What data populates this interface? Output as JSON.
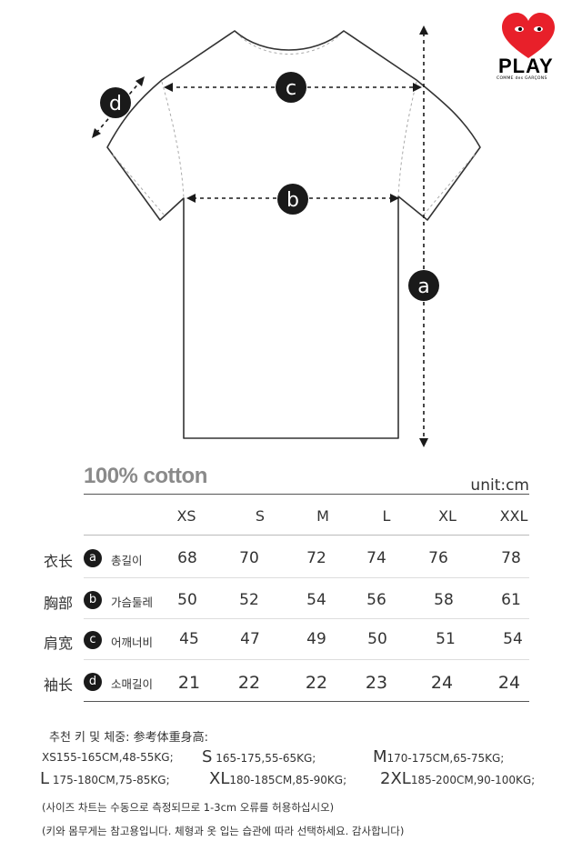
{
  "logo": {
    "word": "PLAY",
    "sub": "COMME des GARÇONS"
  },
  "diagram": {
    "labels": [
      "a",
      "b",
      "c",
      "d"
    ]
  },
  "material": "100% cotton",
  "unit": "unit:cm",
  "sizes": [
    "XS",
    "S",
    "M",
    "L",
    "XL",
    "XXL"
  ],
  "rows": [
    {
      "cn": "衣长",
      "badge": "a",
      "kr": "총길이",
      "values": [
        "68",
        "70",
        "72",
        "74",
        "76",
        "78"
      ]
    },
    {
      "cn": "胸部",
      "badge": "b",
      "kr": "가슴둘레",
      "values": [
        "50",
        "52",
        "54",
        "56",
        "58",
        "61"
      ]
    },
    {
      "cn": "肩宽",
      "badge": "c",
      "kr": "어깨너비",
      "values": [
        "45",
        "47",
        "49",
        "50",
        "51",
        "54"
      ]
    },
    {
      "cn": "袖长",
      "badge": "d",
      "kr": "소매길이",
      "values": [
        "21",
        "22",
        "22",
        "23",
        "24",
        "24"
      ]
    }
  ],
  "recommend": {
    "title": "추천 키 및 체중: 参考体重身高:",
    "items": [
      {
        "size": "XS",
        "range": "155-165CM,48-55KG;"
      },
      {
        "size": "S",
        "range": "165-175,55-65KG;"
      },
      {
        "size": "M",
        "range": "170-175CM,65-75KG;"
      },
      {
        "size": "L",
        "range": "175-180CM,75-85KG;"
      },
      {
        "size": "XL",
        "range": "180-185CM,85-90KG;"
      },
      {
        "size": "2XL",
        "range": "185-200CM,90-100KG;"
      }
    ]
  },
  "notes": [
    "(사이즈 차트는 수동으로 측정되므로 1-3cm 오류를 허용하십시오)",
    "(키와 몸무게는 참고용입니다. 체형과 옷 입는 습관에 따라 선택하세요. 감사합니다)"
  ],
  "colors": {
    "heart": "#e8202a",
    "badge": "#1a1a1a",
    "material": "#8a8a8a"
  }
}
